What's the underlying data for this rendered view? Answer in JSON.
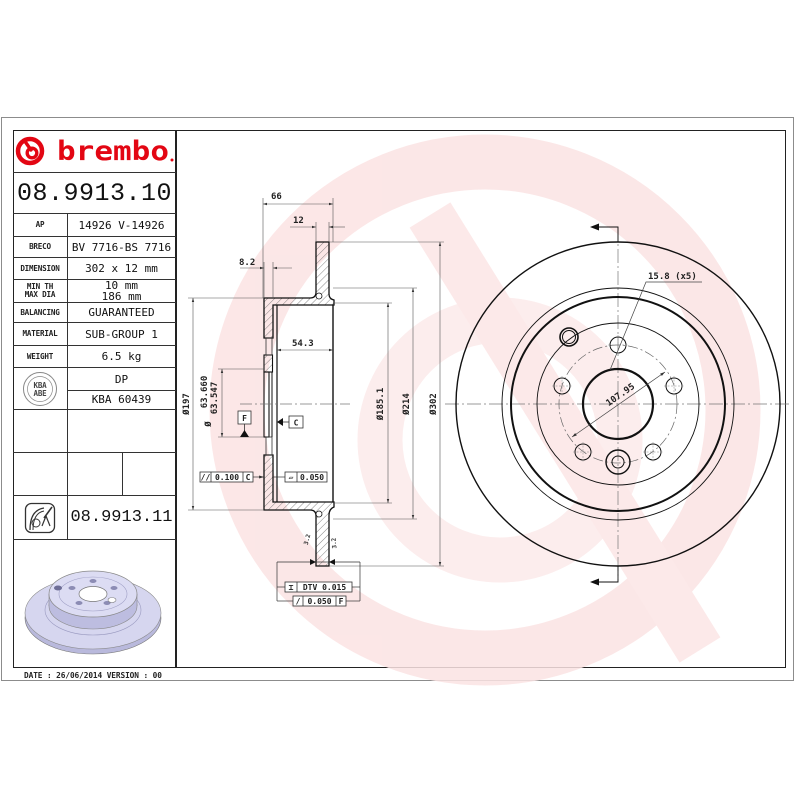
{
  "brand": {
    "name": "brembo",
    "color": "#e30613",
    "watermark_color": "#fbe3e3"
  },
  "part_number": "08.9913.10",
  "specs": [
    {
      "label": "AP",
      "value": "14926 V-14926"
    },
    {
      "label": "BRECO",
      "value": "BV 7716-BS 7716"
    },
    {
      "label": "DIMENSION",
      "value": "302 x 12 mm"
    },
    {
      "label": "MIN TH",
      "label2": "MAX DIA",
      "value": "10 mm",
      "value2": "186 mm"
    },
    {
      "label": "BALANCING",
      "value": "GUARANTEED"
    },
    {
      "label": "MATERIAL",
      "value": "SUB-GROUP 1"
    },
    {
      "label": "WEIGHT",
      "value": "6.5 kg"
    }
  ],
  "approval": {
    "logo_line1": "KBA",
    "logo_line2": "ABE",
    "type": "DP",
    "number": "KBA 60439"
  },
  "alt_part_number": "08.9913.11",
  "footer": {
    "date_line": "DATE : 26/06/2014 VERSION : 00"
  },
  "drawing": {
    "section_view": {
      "width_total": "66",
      "ring_thickness": "12",
      "hat_thickness": "8.2",
      "hat_depth": "54.3",
      "dia_hat_outer": "Ø197",
      "dia_center_symbol": "Ø",
      "dia_center_max": "63.660",
      "dia_center_min": "63.547",
      "dia_inner_ring": "Ø185.1",
      "dia_ring_inner": "Ø214",
      "dia_outer": "Ø302",
      "datum_f": "F",
      "datum_c": "C",
      "roughness": "3.2",
      "tolerances": {
        "parallelism": {
          "symbol": "//",
          "value": "0.100",
          "datum": "C"
        },
        "flatness": {
          "symbol": "▱",
          "value": "0.050"
        },
        "dtv": {
          "symbol": "⌶",
          "value": "DTV 0.015"
        },
        "runout": {
          "symbol": "/",
          "value": "0.050",
          "datum": "F"
        }
      }
    },
    "front_view": {
      "bolt_hole_label": "15.8 (x5)",
      "pcd_label": "107.95"
    }
  }
}
